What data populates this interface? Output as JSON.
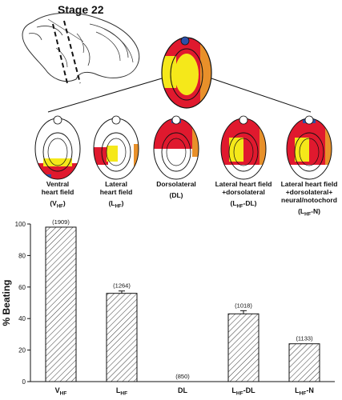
{
  "stage_title": "Stage 22",
  "colors": {
    "red": "#e0192e",
    "yellow": "#f5e81a",
    "orange": "#e8902a",
    "blue": "#2b4fa8",
    "outline": "#111111"
  },
  "explants": [
    {
      "label": [
        "Ventral",
        "heart field"
      ],
      "abbr": {
        "base": "(V",
        "sub": "HF",
        "post": ")"
      }
    },
    {
      "label": [
        "Lateral",
        "heart field"
      ],
      "abbr": {
        "base": "(L",
        "sub": "HF",
        "post": ")"
      }
    },
    {
      "label": [
        "Dorsolateral"
      ],
      "abbr": {
        "base": "(DL)",
        "sub": "",
        "post": ""
      }
    },
    {
      "label": [
        "Lateral heart field",
        "+dorsolateral"
      ],
      "abbr": {
        "base": "(L",
        "sub": "HF",
        "post": "-DL)"
      }
    },
    {
      "label": [
        "Lateral heart field",
        "+dorsolateral+",
        "neural/notochord"
      ],
      "abbr": {
        "base": "(L",
        "sub": "HF",
        "post": "-N)"
      }
    }
  ],
  "chart_data": {
    "type": "bar",
    "ylabel": "% Beating",
    "ylim": [
      0,
      100
    ],
    "yticks": [
      0,
      20,
      40,
      60,
      80,
      100
    ],
    "categories": [
      {
        "base": "V",
        "sub": "HF",
        "post": ""
      },
      {
        "base": "L",
        "sub": "HF",
        "post": ""
      },
      {
        "base": "DL",
        "sub": "",
        "post": ""
      },
      {
        "base": "L",
        "sub": "HF",
        "post": "-DL"
      },
      {
        "base": "L",
        "sub": "HF",
        "post": "-N"
      }
    ],
    "values": [
      98,
      56,
      0,
      43,
      24
    ],
    "errors": [
      0,
      1.5,
      0,
      2,
      0
    ],
    "n_labels": [
      "(1909)",
      "(1264)",
      "(850)",
      "(1018)",
      "(1133)"
    ],
    "grid": false,
    "fill": "diagonal-hatch"
  }
}
